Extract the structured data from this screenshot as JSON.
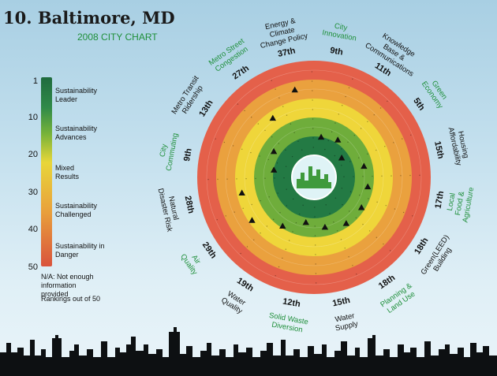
{
  "title": "10. Baltimore, MD",
  "subtitle": "2008 CITY CHART",
  "legend": {
    "scale": [
      "1",
      "10",
      "20",
      "30",
      "40",
      "50"
    ],
    "labels": [
      "Sustainability Leader",
      "Sustainability Advances",
      "Mixed Results",
      "Sustainability Challenged",
      "Sustainability in Danger"
    ],
    "na_note": "N/A: Not enough information provided",
    "rankings_note": "Rankings out of 50"
  },
  "colors": {
    "leader": "#237a44",
    "advances": "#6fad3b",
    "mixed": "#efd63a",
    "challenged": "#eaa13e",
    "danger": "#e4604a",
    "green_text": "#1f8f3a"
  },
  "chart_data": {
    "type": "radial",
    "rank_scale": [
      1,
      50
    ],
    "categories": [
      {
        "name": "Energy & Climate Change Policy",
        "rank": 37
      },
      {
        "name": "City Innovation",
        "rank": 9
      },
      {
        "name": "Knowledge Base & Communications",
        "rank": 11
      },
      {
        "name": "Green Economy",
        "rank": 5
      },
      {
        "name": "Housing Affordability",
        "rank": 15
      },
      {
        "name": "Local Food & Agriculture",
        "rank": 17
      },
      {
        "name": "Green (LEED) Building",
        "rank": 18
      },
      {
        "name": "Planning & Land Use",
        "rank": 18
      },
      {
        "name": "Water Supply",
        "rank": 15
      },
      {
        "name": "Solid Waste Diversion",
        "rank": 12
      },
      {
        "name": "Water Quality",
        "rank": 19
      },
      {
        "name": "Air Quality",
        "rank": 29
      },
      {
        "name": "Natural Disaster Risk",
        "rank": 28
      },
      {
        "name": "City Commuting",
        "rank": 9
      },
      {
        "name": "Metro Transit Ridership",
        "rank": 13
      },
      {
        "name": "Metro Street Congestion",
        "rank": 27
      }
    ],
    "category_labels": [
      {
        "lines": [
          "Energy &",
          "Climate",
          "Change Policy"
        ],
        "rank_text": "37th",
        "green": false
      },
      {
        "lines": [
          "City",
          "Innovation"
        ],
        "rank_text": "9th",
        "green": true
      },
      {
        "lines": [
          "Knowledge",
          "Base &",
          "Communications"
        ],
        "rank_text": "11th",
        "green": false
      },
      {
        "lines": [
          "Green",
          "Economy"
        ],
        "rank_text": "5th",
        "green": true
      },
      {
        "lines": [
          "Housing",
          "Affordability"
        ],
        "rank_text": "15th",
        "green": false
      },
      {
        "lines": [
          "Local",
          "Food &",
          "Agriculture"
        ],
        "rank_text": "17th",
        "green": true
      },
      {
        "lines": [
          "Green(LEED)",
          "Building"
        ],
        "rank_text": "18th",
        "green": false
      },
      {
        "lines": [
          "Planning &",
          "Land Use"
        ],
        "rank_text": "18th",
        "green": true
      },
      {
        "lines": [
          "Water",
          "Supply"
        ],
        "rank_text": "15th",
        "green": false
      },
      {
        "lines": [
          "Solid Waste",
          "Diversion"
        ],
        "rank_text": "12th",
        "green": true
      },
      {
        "lines": [
          "Water",
          "Quality"
        ],
        "rank_text": "19th",
        "green": false
      },
      {
        "lines": [
          "Air",
          "Quality"
        ],
        "rank_text": "29th",
        "green": true
      },
      {
        "lines": [
          "Natural",
          "Disaster Risk"
        ],
        "rank_text": "28th",
        "green": false
      },
      {
        "lines": [
          "City",
          "Commuting"
        ],
        "rank_text": "9th",
        "green": true
      },
      {
        "lines": [
          "Metro Transit",
          "Ridership"
        ],
        "rank_text": "13th",
        "green": false
      },
      {
        "lines": [
          "Metro Street",
          "Congestion"
        ],
        "rank_text": "27th",
        "green": true
      }
    ]
  }
}
